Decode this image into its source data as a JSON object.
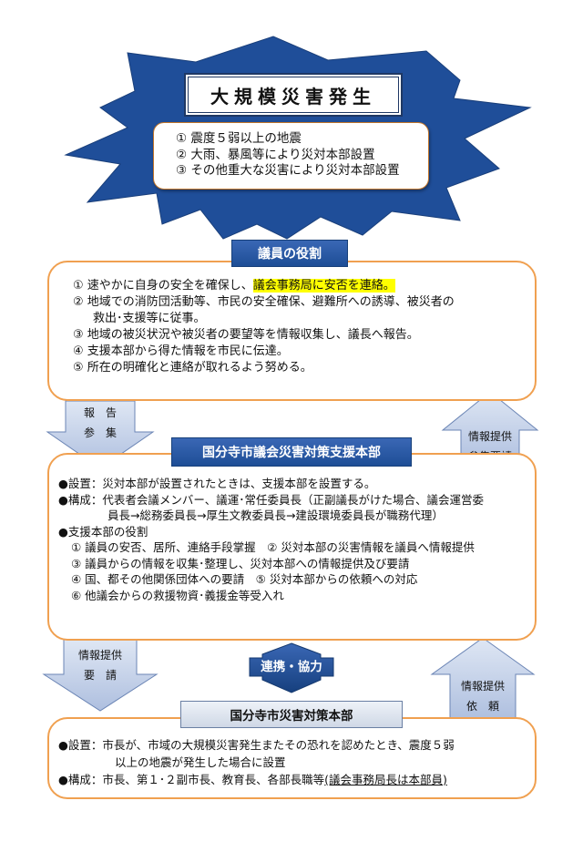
{
  "title": "大規模災害発生",
  "conditions": [
    "① 震度５弱以上の地震",
    "② 大雨、暴風等により災対本部設置",
    "③ その他重大な災害により災対本部設置"
  ],
  "role_label": "議員の役割",
  "roles": {
    "r1_pre": "① 速やかに自身の安全を確保し、",
    "r1_hl": "議会事務局に安否を連絡。",
    "r2_l1": "② 地域での消防団活動等、市民の安全確保、避難所への誘導、被災者の",
    "r2_l2": "救出･支援等に従事。",
    "r3": "③ 地域の被災状況や被災者の要望等を情報収集し、議長へ報告。",
    "r4": "④ 支援本部から得た情報を市民に伝達。",
    "r5": "⑤ 所在の明確化と連絡が取れるよう努める。"
  },
  "arrow_down_1": {
    "line1": "報　告",
    "line2": "参　集"
  },
  "arrow_up_1": {
    "line1": "情報提供",
    "line2": "参集要請"
  },
  "support_label": "国分寺市議会災害対策支援本部",
  "support": {
    "b1": "●設置：災対本部が設置されたときは、支援本部を設置する。",
    "b2_l1": "●構成：代表者会議メンバー、議運･常任委員長（正副議長がけた場合、議会運営委",
    "b2_l2": "員長→総務委員長→厚生文教委員長→建設環境委員長が職務代理）",
    "b3": "●支援本部の役割",
    "i1": "① 議員の安否、居所、連絡手段掌握　② 災対本部の災害情報を議員へ情報提供",
    "i2": "③ 議員からの情報を収集･整理し、災対本部への情報提供及び要請",
    "i3": "④ 国、都その他関係団体への要請　⑤ 災対本部からの依頼への対応",
    "i4": "⑥ 他議会からの救援物資･義援金等受入れ"
  },
  "arrow_down_2": {
    "line1": "情報提供",
    "line2": "要　請"
  },
  "cooperation_label": "連携・協力",
  "arrow_up_2": {
    "line1": "情報提供",
    "line2": "依　頼"
  },
  "city_label": "国分寺市災害対策本部",
  "city": {
    "b1_l1": "●設置：市長が、市域の大規模災害発生またその恐れを認めたとき、震度５弱",
    "b1_l2": "以上の地震が発生した場合に設置",
    "b2_pre": "●構成：市長、第１･２副市長、教育長、各部長職等",
    "b2_ul": "(議会事務局長は本部員)"
  },
  "colors": {
    "star_fill": "#1f4e99",
    "section_label": "#2a5aa8",
    "box_border": "#f0a050",
    "arrow_fill": "#c5d3ea",
    "arrow_stroke": "#6b85b5",
    "highlight": "#ffff00"
  }
}
